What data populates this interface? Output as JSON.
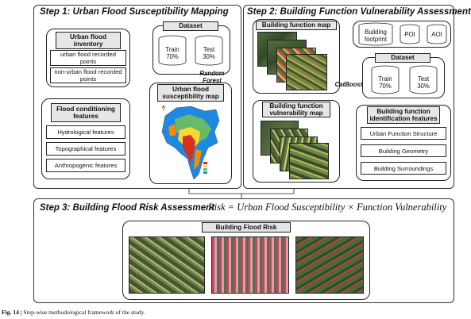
{
  "step1": {
    "title": "Step 1: Urban Flood Susceptibility Mapping",
    "inventory": {
      "header": "Urban flood inventory",
      "items": [
        "urban flood recorded points",
        "non-urban flood recorded points"
      ]
    },
    "conditioning": {
      "header": "Flood conditioning features",
      "items": [
        "Hydrological features",
        "Topographical features",
        "Anthropogenic features"
      ]
    },
    "dataset": {
      "label": "Dataset",
      "train": "Train",
      "train_pct": "70%",
      "test": "Test",
      "test_pct": "30%"
    },
    "model": "Random Forest",
    "map_header": "Urban flood susceptibility map"
  },
  "step2": {
    "title": "Step 2: Building Function Vulnerability Assessment",
    "function_map": "Building function map",
    "vuln_map": "Building function vulnerability map",
    "sources": [
      "Building footprint",
      "POI",
      "AOI"
    ],
    "dataset": {
      "label": "Dataset",
      "train": "Train",
      "train_pct": "70%",
      "test": "Test",
      "test_pct": "30%"
    },
    "model": "CatBoost",
    "features": {
      "header": "Building function identification features",
      "items": [
        "Urban Function Structure",
        "Building Geometry",
        "Building Surroundings"
      ]
    }
  },
  "step3": {
    "title": "Step 3: Building Flood Risk Assessment",
    "formula": "Risk = Urban Flood Susceptibility × Function Vulnerability",
    "risk_header": "Building Flood Risk"
  },
  "caption": {
    "label": "Fig. 14 |",
    "text": " Step-wise methodological framework of the study."
  },
  "colors": {
    "box_header": "#e6e6e6",
    "map_high": "#d7301f",
    "map_mid": "#fdd835",
    "map_low": "#1e88e5",
    "imagery": "#3f5a33"
  }
}
